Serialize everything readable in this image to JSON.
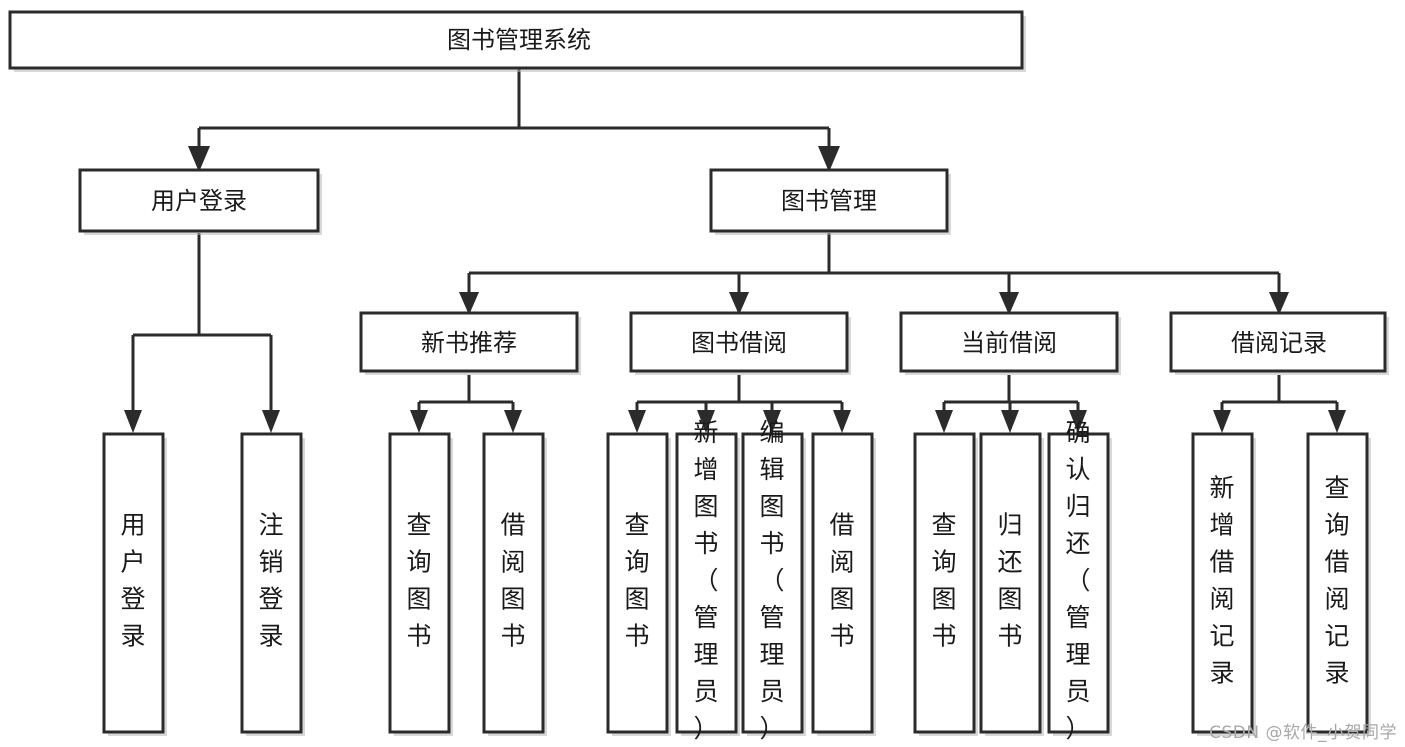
{
  "diagram": {
    "title": "图书管理系统",
    "type": "tree",
    "watermark": "CSDN @软件_小贺同学",
    "colors": {
      "stroke": "#2b2b2b",
      "fill": "#ffffff",
      "text": "#1a1a1a",
      "shadow": "#b8b8b8",
      "watermark": "#a8a8a8"
    },
    "root": {
      "label": "图书管理系统"
    },
    "level1": [
      {
        "label": "用户登录"
      },
      {
        "label": "图书管理"
      }
    ],
    "level2": [
      {
        "label": "新书推荐"
      },
      {
        "label": "图书借阅"
      },
      {
        "label": "当前借阅"
      },
      {
        "label": "借阅记录"
      }
    ],
    "leaves": {
      "user_login": [
        {
          "label": "用户登录"
        },
        {
          "label": "注销登录"
        }
      ],
      "new_book": [
        {
          "label": "查询图书"
        },
        {
          "label": "借阅图书"
        }
      ],
      "book_borrow": [
        {
          "label": "查询图书"
        },
        {
          "label": "新增图书（管理员）"
        },
        {
          "label": "编辑图书（管理员）"
        },
        {
          "label": "借阅图书"
        }
      ],
      "current_borrow": [
        {
          "label": "查询图书"
        },
        {
          "label": "归还图书"
        },
        {
          "label": "确认归还（管理员）"
        }
      ],
      "borrow_record": [
        {
          "label": "新增借阅记录"
        },
        {
          "label": "查询借阅记录"
        }
      ]
    }
  }
}
